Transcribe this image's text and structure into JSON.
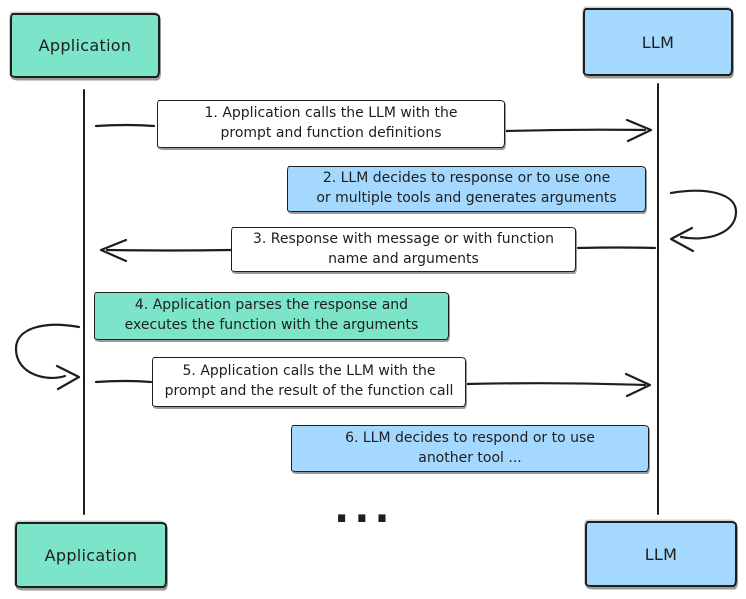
{
  "actors": {
    "app_top": "Application",
    "llm_top": "LLM",
    "app_bottom": "Application",
    "llm_bottom": "LLM"
  },
  "messages": [
    {
      "kind": "plain",
      "arrow": "application-to-llm",
      "line1": "1. Application calls the LLM with the",
      "line2": "prompt and function definitions"
    },
    {
      "kind": "llm-note",
      "arrow": "llm-self-loop",
      "line1": "2. LLM decides to response or to use one",
      "line2": "or multiple tools and generates arguments"
    },
    {
      "kind": "plain",
      "arrow": "llm-to-application",
      "line1": "3. Response with message or with function",
      "line2": "name and arguments"
    },
    {
      "kind": "app-note",
      "arrow": "application-self-loop",
      "line1": "4. Application parses the response and",
      "line2": "executes the function with the arguments"
    },
    {
      "kind": "plain",
      "arrow": "application-to-llm",
      "line1": "5. Application calls the LLM with the",
      "line2": "prompt and the result of the function call"
    },
    {
      "kind": "llm-note",
      "arrow": "none",
      "line1": "6. LLM decides to respond or to use",
      "line2": "another tool ..."
    }
  ],
  "ellipsis": "...",
  "colors": {
    "stroke": "#1e1e1e",
    "application_fill": "#7ce5c9",
    "llm_fill": "#a5d8ff",
    "message_fill": "#ffffff",
    "background": "#ffffff"
  }
}
